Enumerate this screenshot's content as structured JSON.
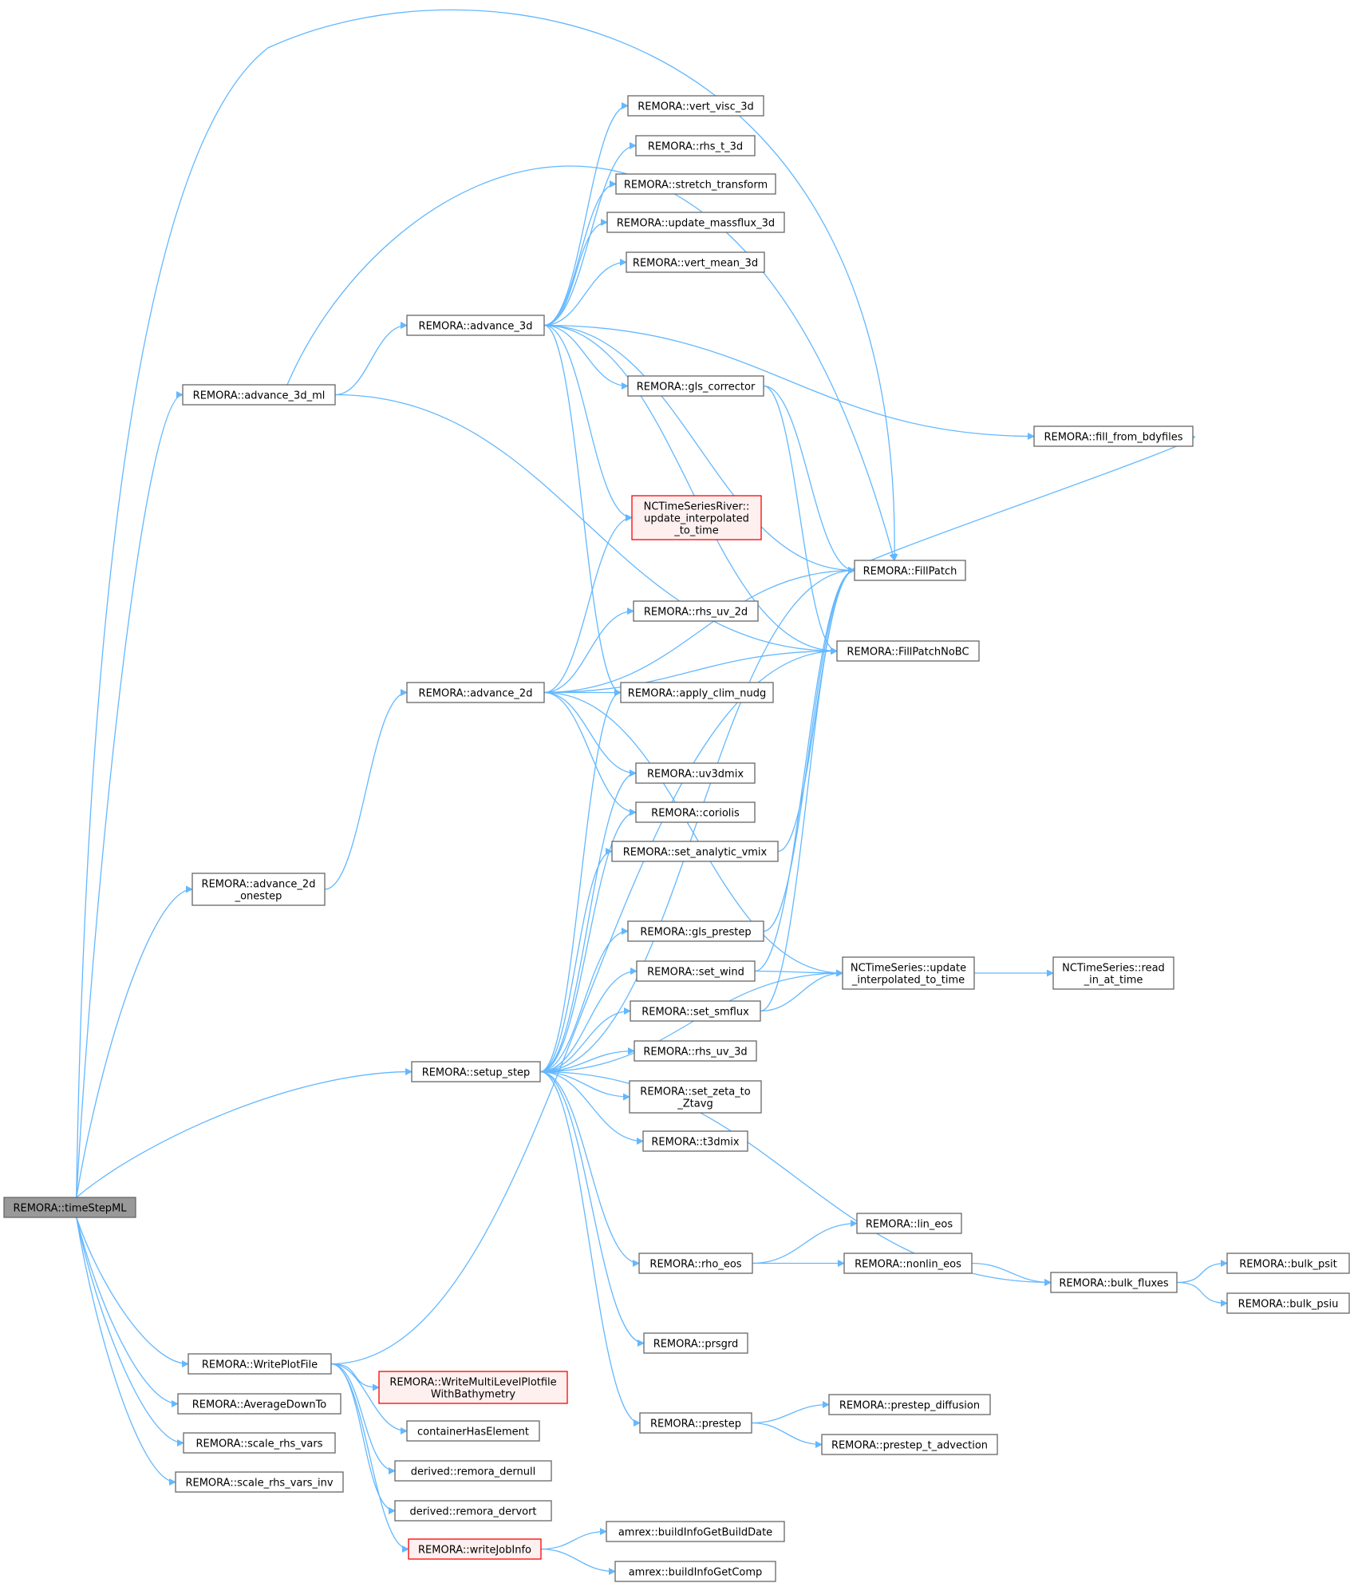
{
  "colors": {
    "edge": "#63b8ff",
    "node_border": "#666666",
    "root_fill": "#999999",
    "truncated_border": "#ff0000",
    "truncated_fill": "#fff0f0"
  },
  "nodes": [
    {
      "id": "timeStepML",
      "lines": [
        "REMORA::timeStepML"
      ],
      "style": "root"
    },
    {
      "id": "advance_3d_ml",
      "lines": [
        "REMORA::advance_3d_ml"
      ]
    },
    {
      "id": "advance_2d_onestep",
      "lines": [
        "REMORA::advance_2d",
        "_onestep"
      ]
    },
    {
      "id": "setup_step",
      "lines": [
        "REMORA::setup_step"
      ]
    },
    {
      "id": "WritePlotFile",
      "lines": [
        "REMORA::WritePlotFile"
      ]
    },
    {
      "id": "AverageDownTo",
      "lines": [
        "REMORA::AverageDownTo"
      ]
    },
    {
      "id": "scale_rhs_vars",
      "lines": [
        "REMORA::scale_rhs_vars"
      ]
    },
    {
      "id": "scale_rhs_vars_inv",
      "lines": [
        "REMORA::scale_rhs_vars_inv"
      ]
    },
    {
      "id": "advance_3d",
      "lines": [
        "REMORA::advance_3d"
      ]
    },
    {
      "id": "advance_2d",
      "lines": [
        "REMORA::advance_2d"
      ]
    },
    {
      "id": "vert_visc_3d",
      "lines": [
        "REMORA::vert_visc_3d"
      ]
    },
    {
      "id": "rhs_t_3d",
      "lines": [
        "REMORA::rhs_t_3d"
      ]
    },
    {
      "id": "stretch_transform",
      "lines": [
        "REMORA::stretch_transform"
      ]
    },
    {
      "id": "update_massflux_3d",
      "lines": [
        "REMORA::update_massflux_3d"
      ]
    },
    {
      "id": "vert_mean_3d",
      "lines": [
        "REMORA::vert_mean_3d"
      ]
    },
    {
      "id": "gls_corrector",
      "lines": [
        "REMORA::gls_corrector"
      ]
    },
    {
      "id": "NCTSRiver",
      "lines": [
        "NCTimeSeriesRiver::",
        "update_interpolated",
        "_to_time"
      ],
      "style": "trunc"
    },
    {
      "id": "rhs_uv_2d",
      "lines": [
        "REMORA::rhs_uv_2d"
      ]
    },
    {
      "id": "apply_clim_nudg",
      "lines": [
        "REMORA::apply_clim_nudg"
      ]
    },
    {
      "id": "uv3dmix",
      "lines": [
        "REMORA::uv3dmix"
      ]
    },
    {
      "id": "coriolis",
      "lines": [
        "REMORA::coriolis"
      ]
    },
    {
      "id": "set_analytic_vmix",
      "lines": [
        "REMORA::set_analytic_vmix"
      ]
    },
    {
      "id": "gls_prestep",
      "lines": [
        "REMORA::gls_prestep"
      ]
    },
    {
      "id": "set_wind",
      "lines": [
        "REMORA::set_wind"
      ]
    },
    {
      "id": "set_smflux",
      "lines": [
        "REMORA::set_smflux"
      ]
    },
    {
      "id": "rhs_uv_3d",
      "lines": [
        "REMORA::rhs_uv_3d"
      ]
    },
    {
      "id": "set_zeta_to_Ztavg",
      "lines": [
        "REMORA::set_zeta_to",
        "_Ztavg"
      ]
    },
    {
      "id": "t3dmix",
      "lines": [
        "REMORA::t3dmix"
      ]
    },
    {
      "id": "rho_eos",
      "lines": [
        "REMORA::rho_eos"
      ]
    },
    {
      "id": "prsgrd",
      "lines": [
        "REMORA::prsgrd"
      ]
    },
    {
      "id": "prestep",
      "lines": [
        "REMORA::prestep"
      ]
    },
    {
      "id": "WriteMultiLevel",
      "lines": [
        "REMORA::WriteMultiLevelPlotfile",
        "WithBathymetry"
      ],
      "style": "trunc"
    },
    {
      "id": "containerHasElement",
      "lines": [
        "containerHasElement"
      ]
    },
    {
      "id": "remora_dernull",
      "lines": [
        "derived::remora_dernull"
      ]
    },
    {
      "id": "remora_dervort",
      "lines": [
        "derived::remora_dervort"
      ]
    },
    {
      "id": "writeJobInfo",
      "lines": [
        "REMORA::writeJobInfo"
      ],
      "style": "trunc"
    },
    {
      "id": "buildInfoGetBuildDate",
      "lines": [
        "amrex::buildInfoGetBuildDate"
      ]
    },
    {
      "id": "buildInfoGetComp",
      "lines": [
        "amrex::buildInfoGetComp"
      ]
    },
    {
      "id": "fill_from_bdyfiles",
      "lines": [
        "REMORA::fill_from_bdyfiles"
      ]
    },
    {
      "id": "FillPatch",
      "lines": [
        "REMORA::FillPatch"
      ]
    },
    {
      "id": "FillPatchNoBC",
      "lines": [
        "REMORA::FillPatchNoBC"
      ]
    },
    {
      "id": "NCTS_update",
      "lines": [
        "NCTimeSeries::update",
        "_interpolated_to_time"
      ]
    },
    {
      "id": "NCTS_read",
      "lines": [
        "NCTimeSeries::read",
        "_in_at_time"
      ]
    },
    {
      "id": "lin_eos",
      "lines": [
        "REMORA::lin_eos"
      ]
    },
    {
      "id": "nonlin_eos",
      "lines": [
        "REMORA::nonlin_eos"
      ]
    },
    {
      "id": "bulk_fluxes",
      "lines": [
        "REMORA::bulk_fluxes"
      ]
    },
    {
      "id": "bulk_psit",
      "lines": [
        "REMORA::bulk_psit"
      ]
    },
    {
      "id": "bulk_psiu",
      "lines": [
        "REMORA::bulk_psiu"
      ]
    },
    {
      "id": "prestep_diffusion",
      "lines": [
        "REMORA::prestep_diffusion"
      ]
    },
    {
      "id": "prestep_t_advection",
      "lines": [
        "REMORA::prestep_t_advection"
      ]
    }
  ],
  "edges": [
    [
      "timeStepML",
      "advance_3d_ml"
    ],
    [
      "timeStepML",
      "advance_2d_onestep"
    ],
    [
      "timeStepML",
      "setup_step"
    ],
    [
      "timeStepML",
      "WritePlotFile"
    ],
    [
      "timeStepML",
      "AverageDownTo"
    ],
    [
      "timeStepML",
      "scale_rhs_vars"
    ],
    [
      "timeStepML",
      "scale_rhs_vars_inv"
    ],
    [
      "timeStepML",
      "FillPatch"
    ],
    [
      "advance_3d_ml",
      "advance_3d"
    ],
    [
      "advance_3d_ml",
      "FillPatch"
    ],
    [
      "advance_3d_ml",
      "FillPatchNoBC"
    ],
    [
      "advance_2d_onestep",
      "advance_2d"
    ],
    [
      "advance_3d",
      "vert_visc_3d"
    ],
    [
      "advance_3d",
      "rhs_t_3d"
    ],
    [
      "advance_3d",
      "stretch_transform"
    ],
    [
      "advance_3d",
      "update_massflux_3d"
    ],
    [
      "advance_3d",
      "vert_mean_3d"
    ],
    [
      "advance_3d",
      "gls_corrector"
    ],
    [
      "advance_3d",
      "NCTSRiver"
    ],
    [
      "advance_3d",
      "apply_clim_nudg"
    ],
    [
      "advance_3d",
      "fill_from_bdyfiles"
    ],
    [
      "advance_3d",
      "FillPatch"
    ],
    [
      "advance_3d",
      "FillPatchNoBC"
    ],
    [
      "gls_corrector",
      "FillPatch"
    ],
    [
      "gls_corrector",
      "FillPatchNoBC"
    ],
    [
      "advance_2d",
      "NCTSRiver"
    ],
    [
      "advance_2d",
      "FillPatch"
    ],
    [
      "advance_2d",
      "rhs_uv_2d"
    ],
    [
      "advance_2d",
      "FillPatchNoBC"
    ],
    [
      "advance_2d",
      "apply_clim_nudg"
    ],
    [
      "advance_2d",
      "uv3dmix"
    ],
    [
      "advance_2d",
      "coriolis"
    ],
    [
      "advance_2d",
      "NCTS_update"
    ],
    [
      "setup_step",
      "apply_clim_nudg"
    ],
    [
      "setup_step",
      "uv3dmix"
    ],
    [
      "setup_step",
      "coriolis"
    ],
    [
      "setup_step",
      "set_analytic_vmix"
    ],
    [
      "setup_step",
      "gls_prestep"
    ],
    [
      "setup_step",
      "set_wind"
    ],
    [
      "setup_step",
      "set_smflux"
    ],
    [
      "setup_step",
      "rhs_uv_3d"
    ],
    [
      "setup_step",
      "set_zeta_to_Ztavg"
    ],
    [
      "setup_step",
      "t3dmix"
    ],
    [
      "setup_step",
      "rho_eos"
    ],
    [
      "setup_step",
      "prsgrd"
    ],
    [
      "setup_step",
      "prestep"
    ],
    [
      "setup_step",
      "FillPatch"
    ],
    [
      "setup_step",
      "NCTS_update"
    ],
    [
      "setup_step",
      "bulk_fluxes"
    ],
    [
      "set_analytic_vmix",
      "FillPatch"
    ],
    [
      "gls_prestep",
      "FillPatch"
    ],
    [
      "set_wind",
      "NCTS_update"
    ],
    [
      "set_wind",
      "FillPatch"
    ],
    [
      "set_smflux",
      "NCTS_update"
    ],
    [
      "set_smflux",
      "FillPatch"
    ],
    [
      "fill_from_bdyfiles",
      "FillPatch"
    ],
    [
      "NCTS_update",
      "NCTS_read"
    ],
    [
      "rho_eos",
      "lin_eos"
    ],
    [
      "rho_eos",
      "nonlin_eos"
    ],
    [
      "nonlin_eos",
      "bulk_fluxes"
    ],
    [
      "bulk_fluxes",
      "bulk_psit"
    ],
    [
      "bulk_fluxes",
      "bulk_psiu"
    ],
    [
      "prestep",
      "prestep_diffusion"
    ],
    [
      "prestep",
      "prestep_t_advection"
    ],
    [
      "WritePlotFile",
      "FillPatchNoBC"
    ],
    [
      "WritePlotFile",
      "WriteMultiLevel"
    ],
    [
      "WritePlotFile",
      "containerHasElement"
    ],
    [
      "WritePlotFile",
      "remora_dernull"
    ],
    [
      "WritePlotFile",
      "remora_dervort"
    ],
    [
      "WritePlotFile",
      "writeJobInfo"
    ],
    [
      "writeJobInfo",
      "buildInfoGetBuildDate"
    ],
    [
      "writeJobInfo",
      "buildInfoGetComp"
    ]
  ]
}
